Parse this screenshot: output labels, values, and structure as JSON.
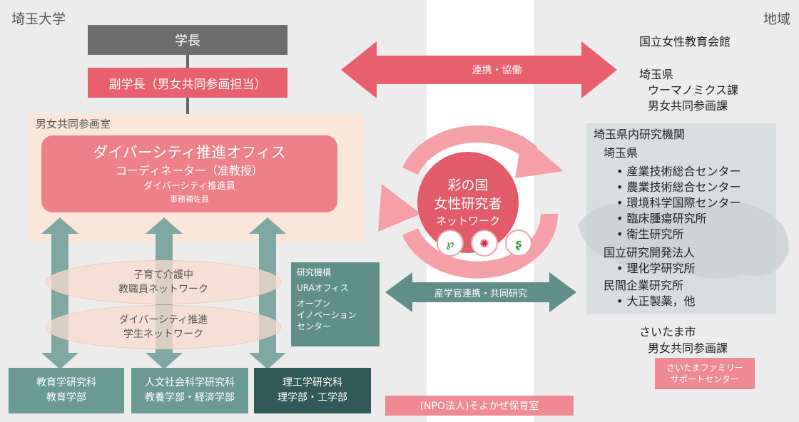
{
  "university": {
    "label": "埼玉大学",
    "president": "学長",
    "vice_president": "副学長（男女共同参画担当）",
    "gender_room": {
      "label": "男女共同参画室",
      "office_title": "ダイバーシティ推進オフィス",
      "coordinator": "コーディネーター（准教授）",
      "promoter": "ダイバーシティ推進員",
      "assistant": "事務補佐員"
    },
    "networks": {
      "staff_line1": "子育て介護中",
      "staff_line2": "教職員ネットワーク",
      "student_line1": "ダイバーシティ推進",
      "student_line2": "学生ネットワーク"
    },
    "faculties": [
      {
        "line1": "教育学研究科",
        "line2": "教育学部",
        "color": "#6b9a94"
      },
      {
        "line1": "人文社会科学研究科",
        "line2": "教養学部・経済学部",
        "color": "#6b9a94"
      },
      {
        "line1": "理工学研究科",
        "line2": "理学部・工学部",
        "color": "#2f5a57"
      }
    ],
    "research_org": {
      "title": "研究機構",
      "ura": "URAオフィス",
      "open_line1": "オープン",
      "open_line2": "イノベーション",
      "open_line3": "センター"
    }
  },
  "center": {
    "collab_arrow": "連携・協働",
    "industry_arrow": "産学官連携・共同研究",
    "network_line1": "彩の国",
    "network_line2": "女性研究者",
    "network_line3": "ネットワーク",
    "nursery": "(NPO法人)そよかぜ保育室"
  },
  "region": {
    "label": "地域",
    "women_hall": "国立女性教育会館",
    "prefecture": "埼玉県",
    "womanomics": "ウーマノミクス課",
    "gender_div": "男女共同参画課",
    "institutes_title": "埼玉県内研究機関",
    "pref_label": "埼玉県",
    "pref_items": [
      "産業技術総合センター",
      "農業技術総合センター",
      "環境科学国際センター",
      "臨床腫瘍研究所",
      "衛生研究所"
    ],
    "national_label": "国立研究開発法人",
    "national_items": [
      "理化学研究所"
    ],
    "private_label": "民間企業研究所",
    "private_items": [
      "大正製薬，他"
    ],
    "city": "さいたま市",
    "city_div": "男女共同参画課",
    "support_line1": "さいたまファミリー",
    "support_line2": "サポートセンター"
  },
  "colors": {
    "pink": "#e8606e",
    "teal": "#6b9a94",
    "dark_teal": "#2f5a57",
    "gray": "#6d6d6d"
  }
}
